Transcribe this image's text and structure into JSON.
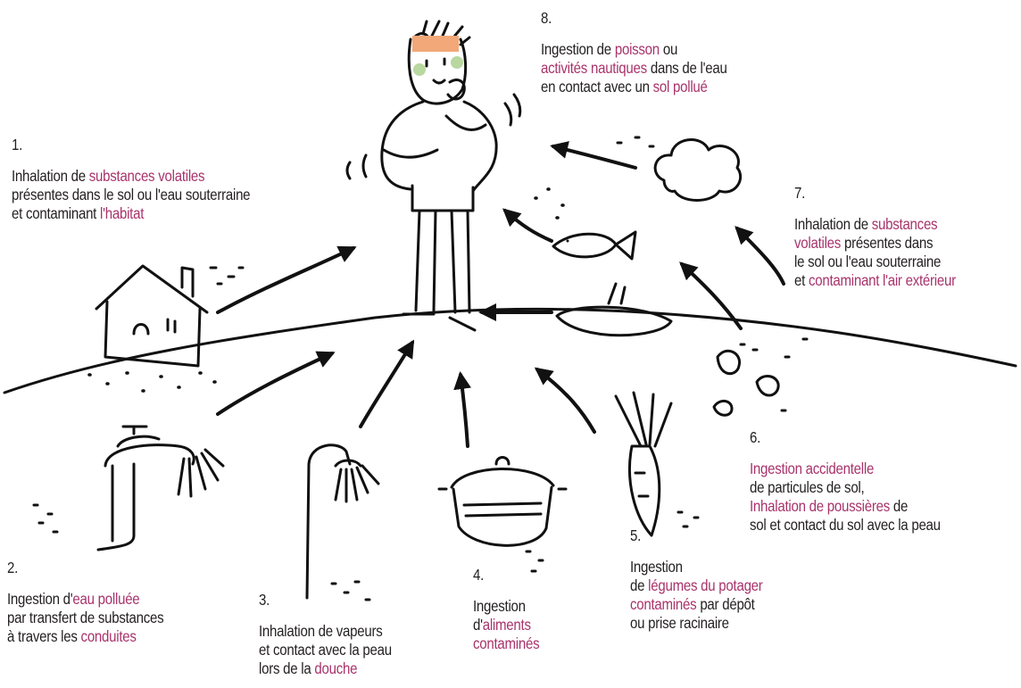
{
  "colors": {
    "highlight": "#a8336b",
    "text": "#231f20",
    "ink": "#111111",
    "cheek": "#b8d8a0",
    "hair_band": "#f2a878"
  },
  "icons": [
    "person",
    "house",
    "faucet",
    "shower",
    "cooking-pot",
    "carrot",
    "soil-clumps",
    "pond",
    "fish",
    "cloud"
  ],
  "captions": {
    "c1": {
      "num": "1.",
      "lines": [
        [
          [
            "Inhalation de ",
            false
          ],
          [
            "substances volatiles",
            true
          ]
        ],
        [
          [
            "présentes dans le sol ou l'eau souterraine",
            false
          ]
        ],
        [
          [
            "et contaminant ",
            false
          ],
          [
            "l'habitat",
            true
          ]
        ]
      ]
    },
    "c2": {
      "num": "2.",
      "lines": [
        [
          [
            "Ingestion d'",
            false
          ],
          [
            "eau polluée",
            true
          ]
        ],
        [
          [
            "par transfert de substances",
            false
          ]
        ],
        [
          [
            "à travers les ",
            false
          ],
          [
            "conduites",
            true
          ]
        ]
      ]
    },
    "c3": {
      "num": "3.",
      "lines": [
        [
          [
            "Inhalation de vapeurs",
            false
          ]
        ],
        [
          [
            "et contact avec la peau",
            false
          ]
        ],
        [
          [
            "lors de la ",
            false
          ],
          [
            "douche",
            true
          ]
        ]
      ]
    },
    "c4": {
      "num": "4.",
      "lines": [
        [
          [
            "Ingestion",
            false
          ]
        ],
        [
          [
            "d'",
            false
          ],
          [
            "aliments",
            true
          ]
        ],
        [
          [
            "contaminés",
            true
          ]
        ]
      ]
    },
    "c5": {
      "num": "5.",
      "lines": [
        [
          [
            "Ingestion",
            false
          ]
        ],
        [
          [
            "de ",
            false
          ],
          [
            "légumes du potager",
            true
          ]
        ],
        [
          [
            "contaminés",
            true
          ],
          [
            " par dépôt",
            false
          ]
        ],
        [
          [
            "ou prise racinaire",
            false
          ]
        ]
      ]
    },
    "c6": {
      "num": "6.",
      "lines": [
        [
          [
            "Ingestion accidentelle",
            true
          ]
        ],
        [
          [
            "de particules de sol,",
            false
          ]
        ],
        [
          [
            "Inhalation de poussières",
            true
          ],
          [
            " de",
            false
          ]
        ],
        [
          [
            "sol et contact du sol avec la peau",
            false
          ]
        ]
      ]
    },
    "c7": {
      "num": "7.",
      "lines": [
        [
          [
            "Inhalation de ",
            false
          ],
          [
            "substances",
            true
          ]
        ],
        [
          [
            "volatiles",
            true
          ],
          [
            " présentes dans",
            false
          ]
        ],
        [
          [
            "le sol ou l'eau souterraine",
            false
          ]
        ],
        [
          [
            "et ",
            false
          ],
          [
            "contaminant l'air extérieur",
            true
          ]
        ]
      ]
    },
    "c8": {
      "num": "8.",
      "lines": [
        [
          [
            "Ingestion de ",
            false
          ],
          [
            "poisson",
            true
          ],
          [
            " ou",
            false
          ]
        ],
        [
          [
            "activités nautiques",
            true
          ],
          [
            " dans de l'eau",
            false
          ]
        ],
        [
          [
            "en contact avec un ",
            false
          ],
          [
            "sol pollué",
            true
          ]
        ]
      ]
    }
  }
}
